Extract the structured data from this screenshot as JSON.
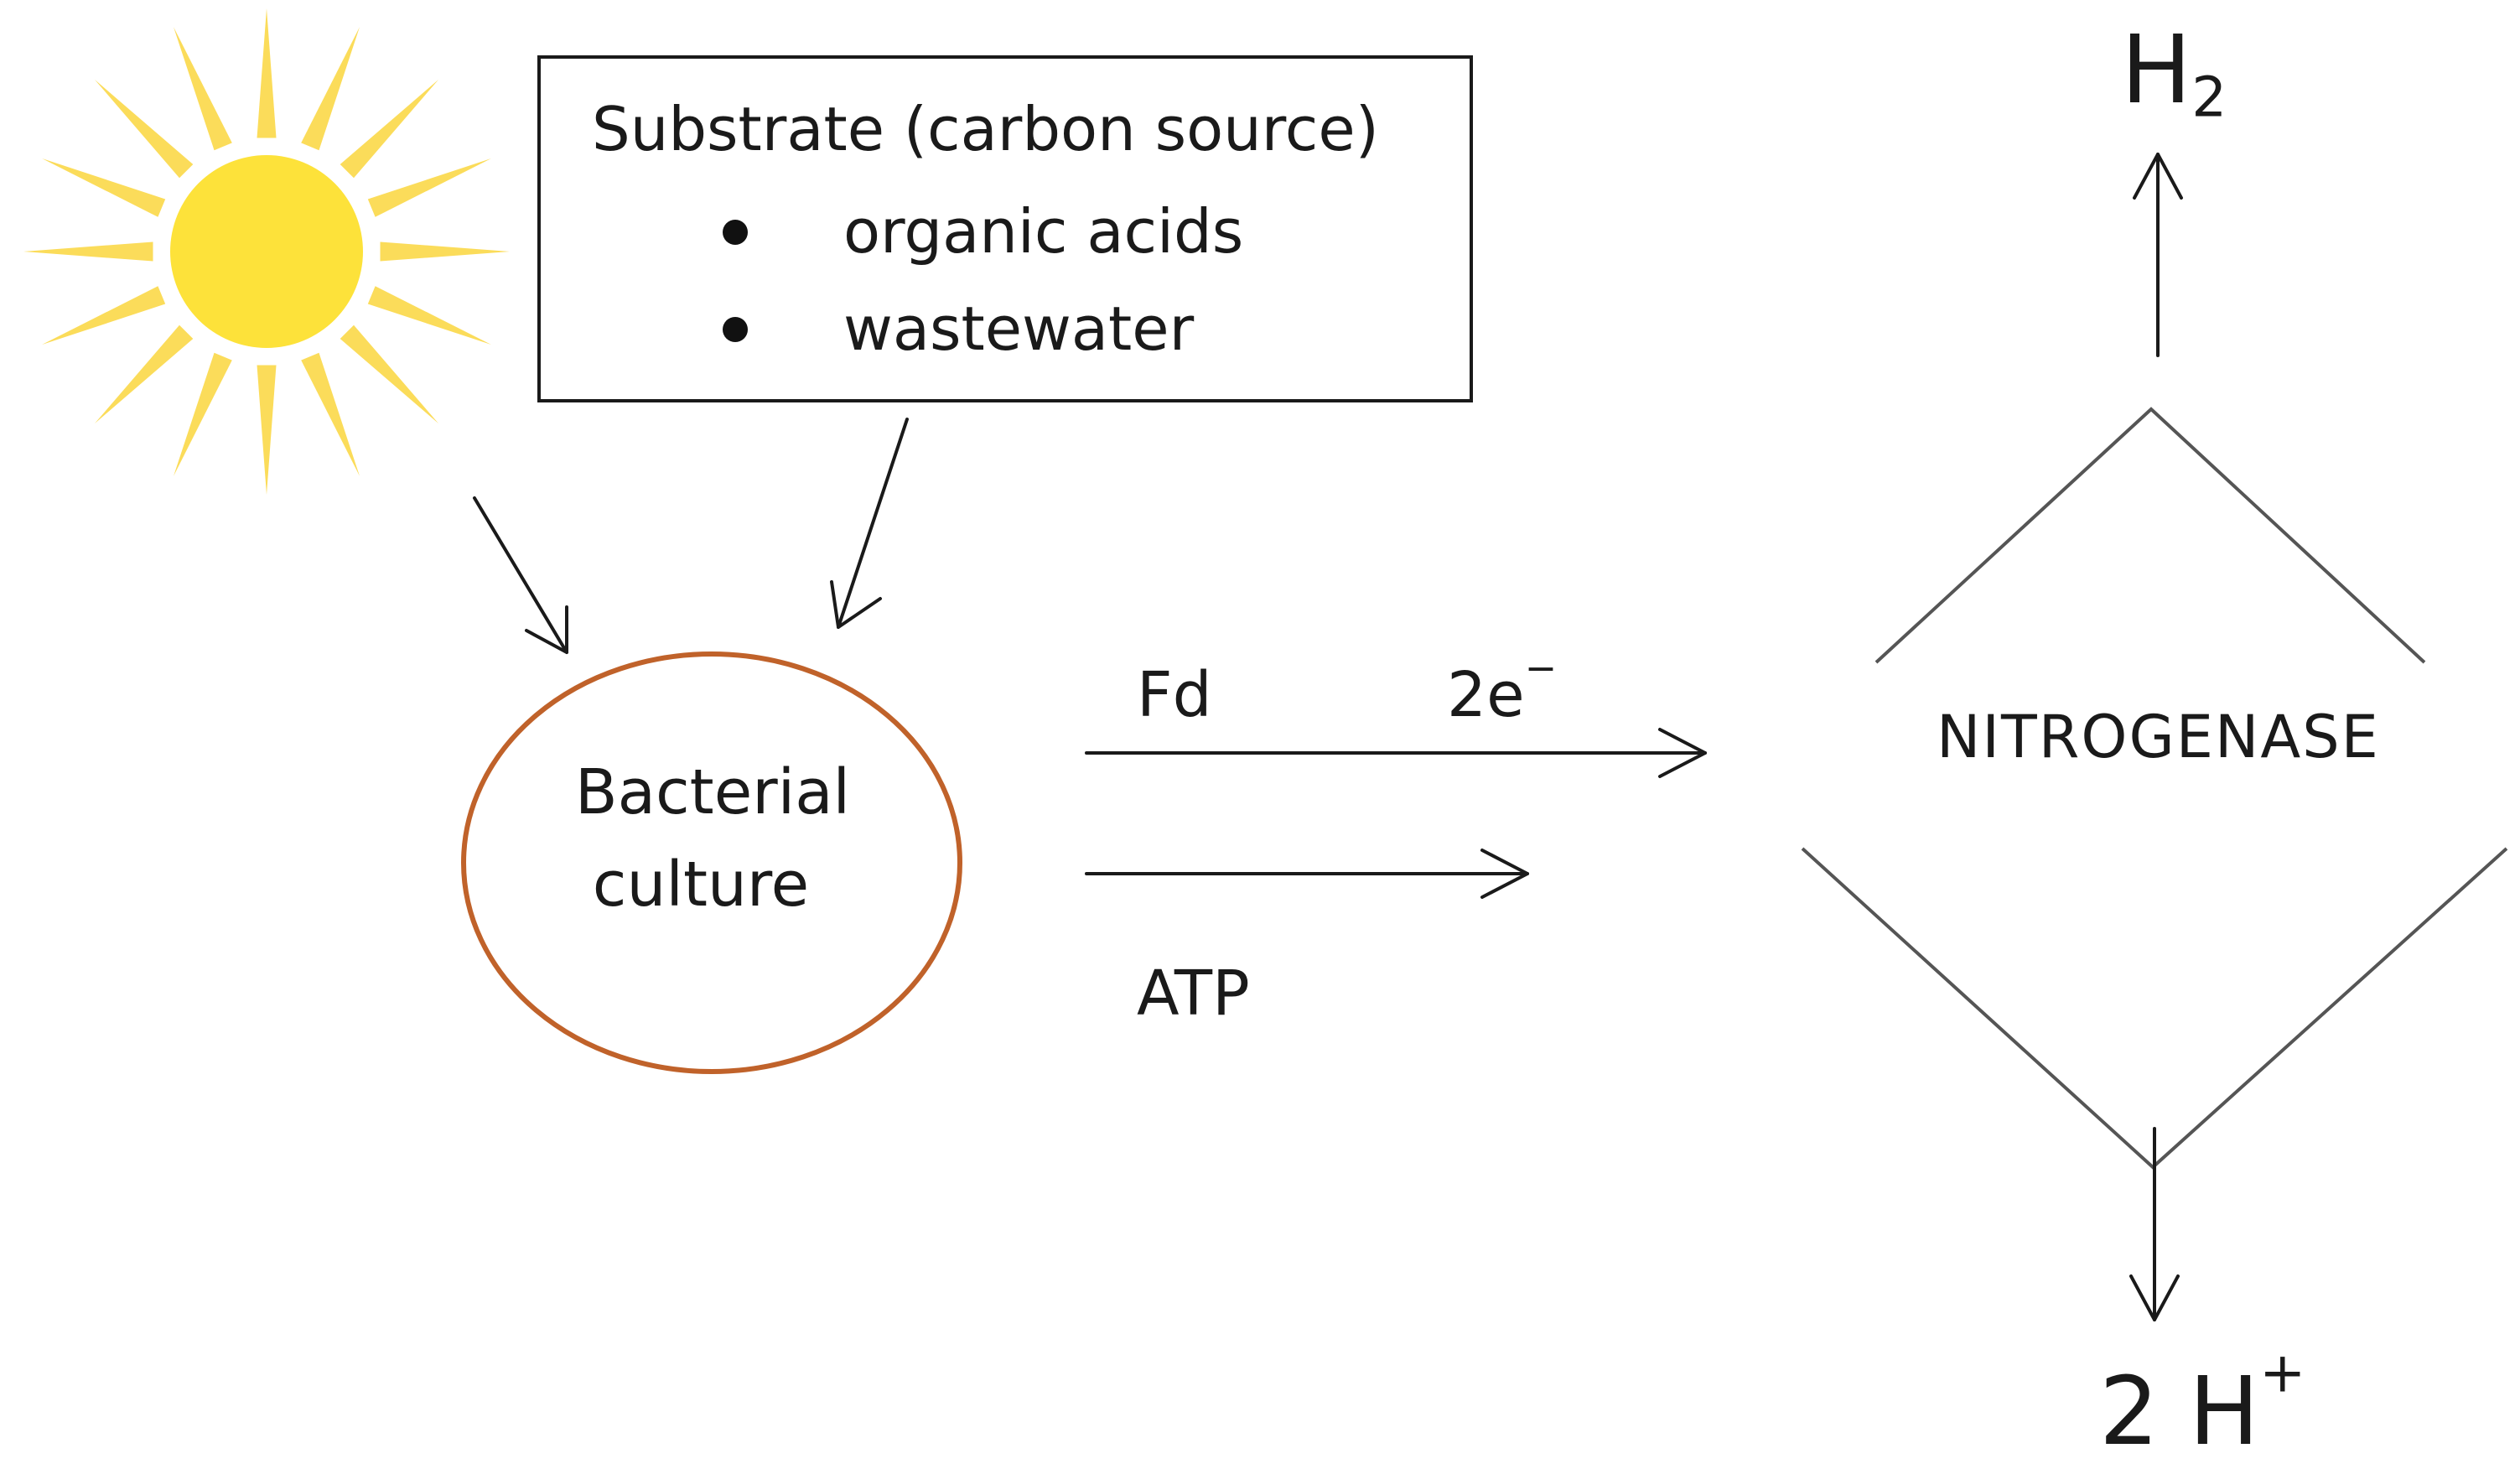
{
  "substrate_box": {
    "title": "Substrate (carbon source)",
    "items": [
      "organic acids",
      "wastewater"
    ]
  },
  "culture": {
    "line1": "Bacterial",
    "line2": "culture"
  },
  "inputs": {
    "fd": "Fd",
    "electrons": "2e",
    "electrons_charge": "−",
    "atp": "ATP"
  },
  "enzyme": {
    "label": "NITROGENASE"
  },
  "product": {
    "symbol": "H",
    "subscript": "2"
  },
  "reactant": {
    "symbol": "2 H",
    "superscript": "+"
  },
  "colors": {
    "sun": "#fde23a",
    "sun_rays": "#fbdc5a",
    "culture_outline": "#c0622a",
    "stroke": "#1a1a1a",
    "diamond": "#555555"
  }
}
